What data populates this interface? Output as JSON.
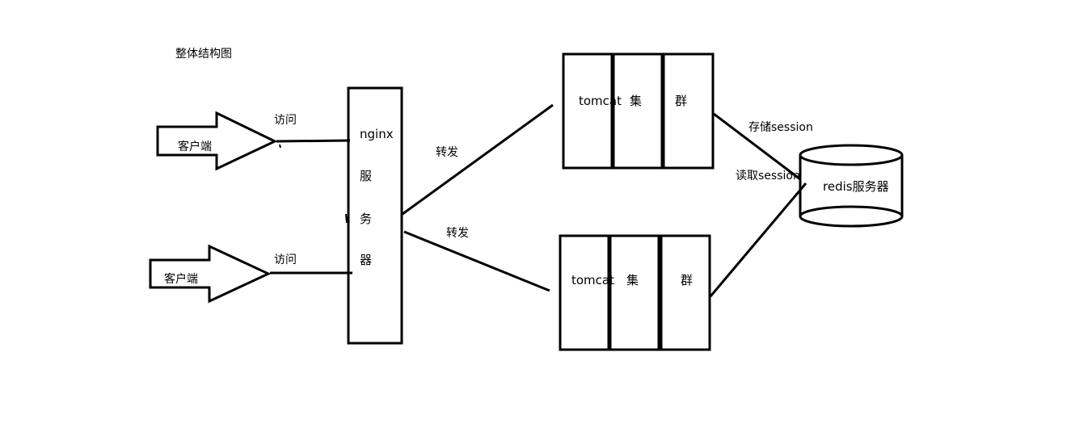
{
  "title": "整体结构图",
  "clients": [
    {
      "label": "客户端",
      "access_label": "访问"
    },
    {
      "label": "客户端",
      "access_label": "访问"
    }
  ],
  "nginx": {
    "name": "nginx",
    "chars": [
      "服",
      "务",
      "器"
    ]
  },
  "forward_labels": [
    "转发",
    "转发"
  ],
  "tomcat_clusters": [
    {
      "name": "tomcat",
      "chars": [
        "集",
        "群"
      ]
    },
    {
      "name": "tomcat",
      "chars": [
        "集",
        "群"
      ]
    }
  ],
  "redis": {
    "label": "redis服务器",
    "store_label": "存储session",
    "read_label": "读取session"
  },
  "colors": {
    "stroke": "#000000",
    "background": "#ffffff"
  }
}
